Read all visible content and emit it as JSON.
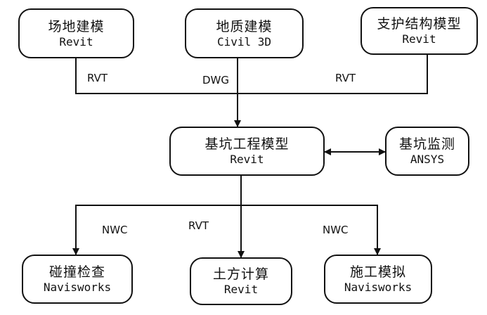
{
  "nodes": {
    "site": {
      "name": "场地建模",
      "tool": "Revit"
    },
    "geo": {
      "name": "地质建模",
      "tool": "Civil 3D"
    },
    "support": {
      "name": "支护结构模型",
      "tool": "Revit"
    },
    "pit": {
      "name": "基坑工程模型",
      "tool": "Revit"
    },
    "monitor": {
      "name": "基坑监测",
      "tool": "ANSYS"
    },
    "clash": {
      "name": "碰撞检查",
      "tool": "Navisworks"
    },
    "earth": {
      "name": "土方计算",
      "tool": "Revit"
    },
    "construct": {
      "name": "施工模拟",
      "tool": "Navisworks"
    }
  },
  "edge_labels": {
    "site_out": "RVT",
    "geo_out": "DWG",
    "support_out": "RVT",
    "to_clash": "NWC",
    "to_earth": "RVT",
    "to_construct": "NWC"
  }
}
